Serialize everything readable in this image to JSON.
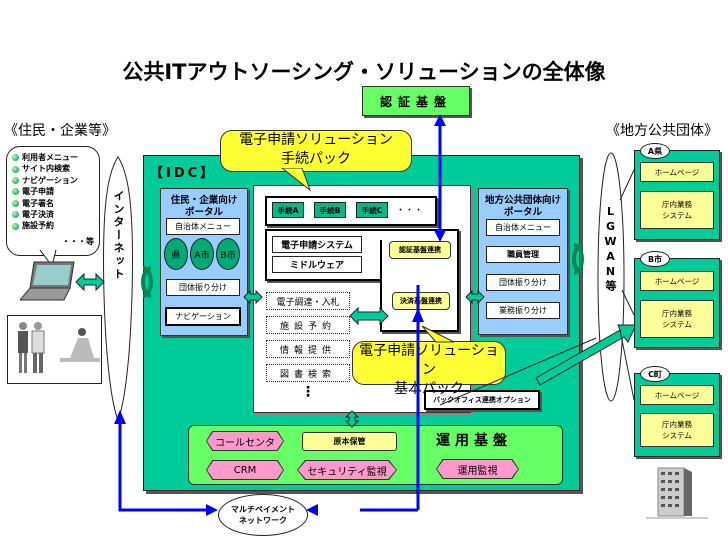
{
  "title": "公共ITアウトソーシング・ソリューションの全体像",
  "auth_platform": "認証基盤",
  "left_section": {
    "label": "《住民・企業等》",
    "menu_items": [
      "利用者メニュー",
      "サイト内検索",
      "ナビゲーション",
      "電子申請",
      "電子署名",
      "電子決済",
      "施設予約"
    ],
    "menu_more": "・・・等"
  },
  "right_section": {
    "label": "《地方公共団体》"
  },
  "internet_label": "インターネット",
  "lgwan_label": "LGWAN等",
  "idc": {
    "label": "【IDC】",
    "resident_portal": {
      "title_line1": "住民・企業向け",
      "title_line2": "ポータル",
      "menu": "自治体メニュー",
      "ovals": [
        "県",
        "A市",
        "B市"
      ],
      "routing": "団体振り分け",
      "navigation": "ナビゲーション"
    },
    "gov_portal": {
      "title_line1": "地方公共団体向け",
      "title_line2": "ポータル",
      "items": [
        "自治体メニュー",
        "職員管理",
        "団体振り分け",
        "業務振り分け"
      ]
    },
    "procedures": [
      "手続A",
      "手続B",
      "手続C"
    ],
    "procedures_more": "・・・",
    "system_name": "電子申請システム",
    "middleware": "ミドルウェア",
    "auth_link": "認証基盤連携",
    "payment_link": "決済基盤連携",
    "services": [
      "電子調達・入札",
      "施設予約",
      "情報提供",
      "図書検索"
    ],
    "services_more": "⋮",
    "backoffice": "バックオフィス連携オプション"
  },
  "bubble_procedure_pack": {
    "line1": "電子申請ソリューション",
    "line2": "手続パック"
  },
  "bubble_basic_pack": {
    "line1": "電子申請ソリューション",
    "line2": "基本パック"
  },
  "operations": {
    "title": "運用基盤",
    "items": [
      "コールセンタ",
      "原本保管",
      "CRM",
      "セキュリティ監視",
      "運用監視"
    ]
  },
  "multipayment": {
    "line1": "マルチペイメント",
    "line2": "ネットワーク"
  },
  "cities": [
    {
      "name": "A県",
      "homepage": "ホームページ",
      "system_line1": "庁内業務",
      "system_line2": "システム"
    },
    {
      "name": "B市",
      "homepage": "ホームページ",
      "system_line1": "庁内業務",
      "system_line2": "システム"
    },
    {
      "name": "C町",
      "homepage": "ホームページ",
      "system_line1": "庁内業務",
      "system_line2": "システム"
    }
  ],
  "colors": {
    "idc": "#00cc99",
    "portal": "#99ccff",
    "auth": "#66ff66",
    "bubble": "#ffff33",
    "arrow": "#0000ff",
    "hex": "#ff99cc"
  }
}
